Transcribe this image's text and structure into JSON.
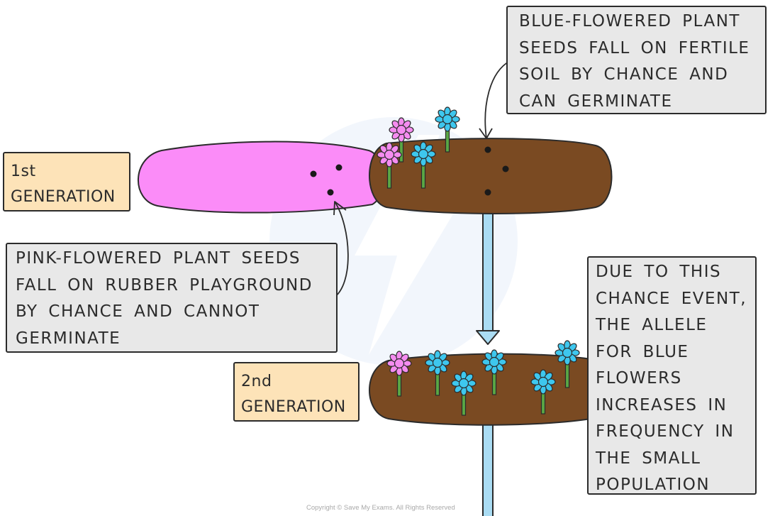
{
  "labels": {
    "gen1": [
      "1st",
      "GENERATION"
    ],
    "gen2": [
      "2nd",
      "GENERATION"
    ]
  },
  "callouts": {
    "blue": [
      "BLUE-FLOWERED PLANT",
      "SEEDS FALL ON FERTILE",
      "SOIL BY CHANCE AND",
      "CAN GERMINATE"
    ],
    "pink": [
      "PINK-FLOWERED PLANT SEEDS",
      "FALL ON RUBBER PLAYGROUND",
      "BY CHANCE AND CANNOT",
      "GERMINATE"
    ],
    "result": [
      "DUE TO THIS",
      "CHANCE EVENT,",
      "THE ALLELE",
      "FOR BLUE",
      "FLOWERS",
      "INCREASES IN",
      "FREQUENCY IN",
      "THE SMALL",
      "POPULATION"
    ]
  },
  "copyright": "Copyright © Save My Exams. All Rights Reserved",
  "colors": {
    "playground": "#fb8cf8",
    "soil": "#7a4a22",
    "blue_flower": "#3ec7ee",
    "pink_flower": "#f58cf0",
    "stem": "#5aa845",
    "arrow": "#aadcf3",
    "label_bg": "#fde3b8",
    "callout_bg": "#e8e8e8"
  }
}
